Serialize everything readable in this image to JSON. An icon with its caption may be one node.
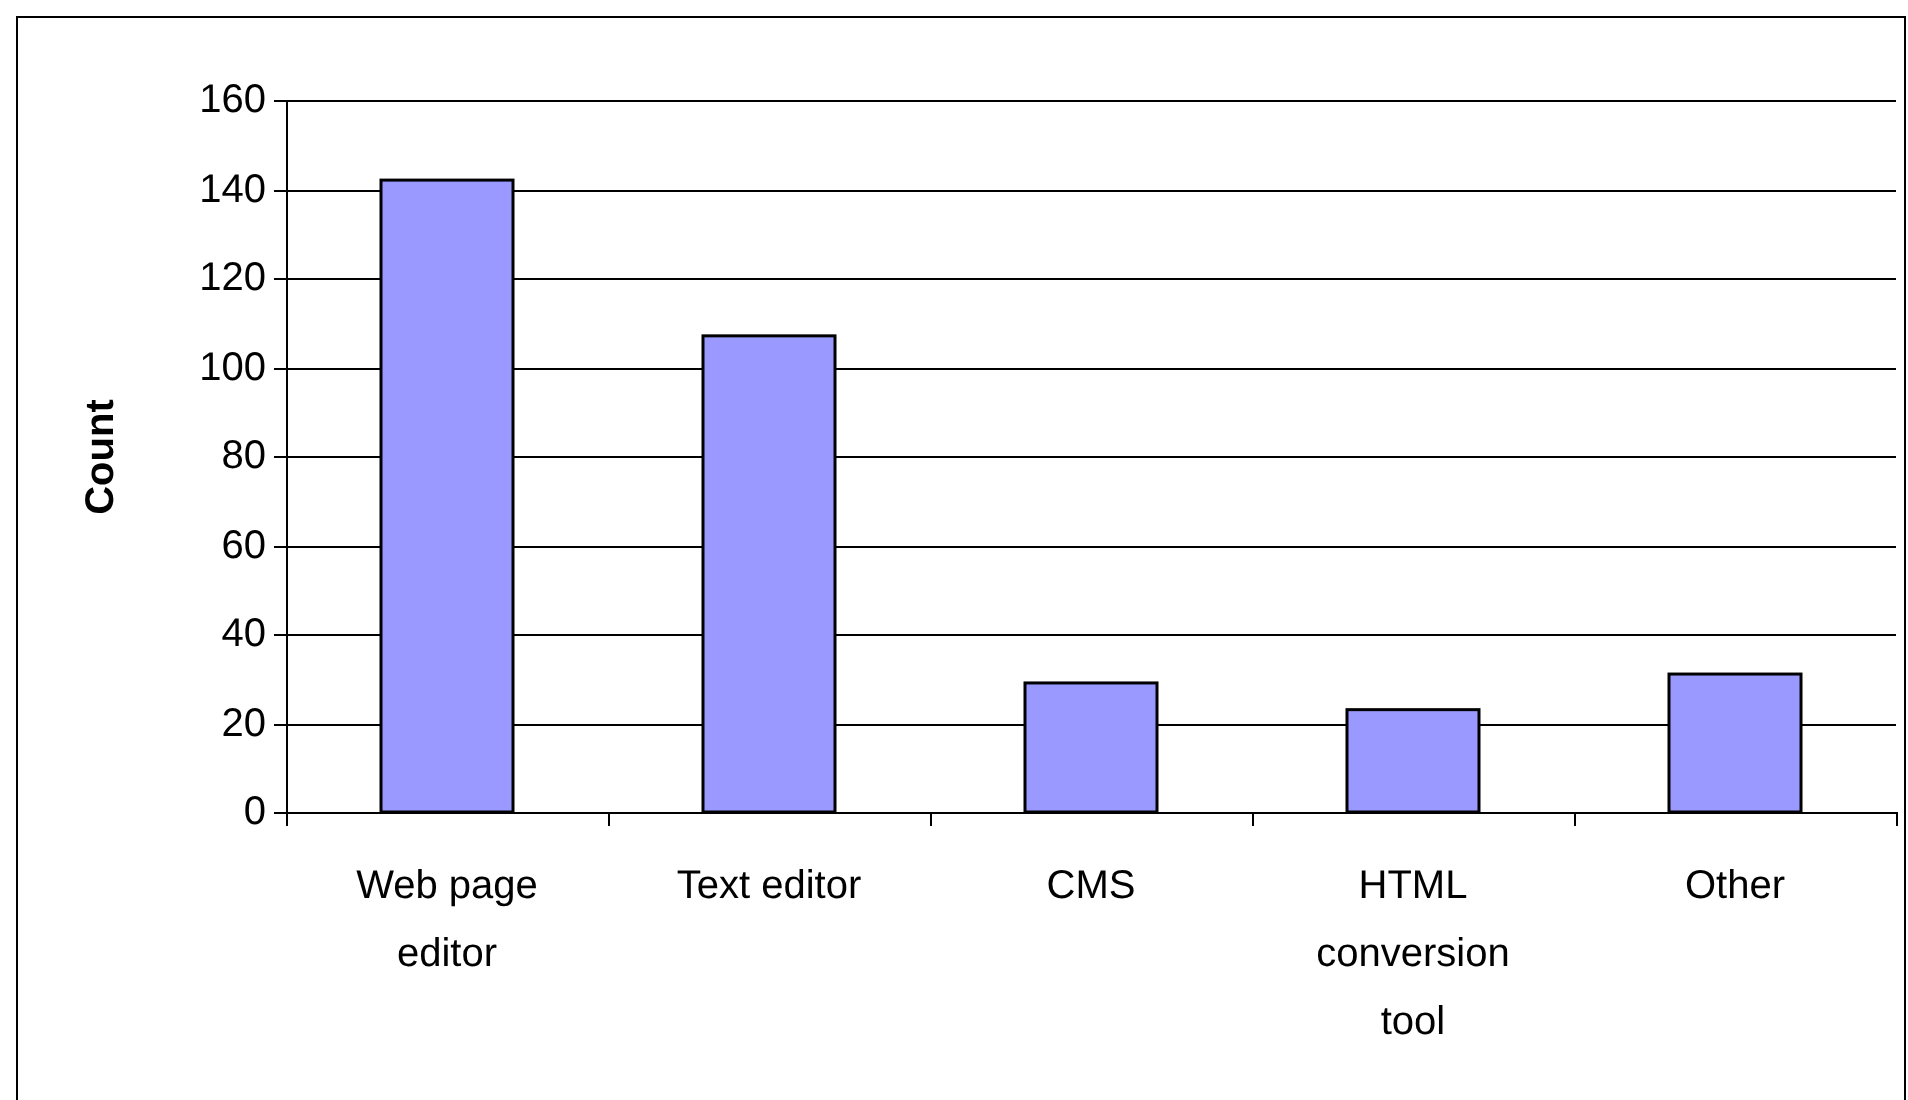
{
  "diagram": {
    "chart_data": {
      "type": "bar",
      "ylabel": "Count",
      "categories": [
        "Web page editor",
        "Text editor",
        "CMS",
        "HTML conversion tool",
        "Other"
      ],
      "values": [
        142,
        107,
        29,
        23,
        31
      ],
      "ylim": [
        0,
        160
      ],
      "grid": true,
      "yticks": [
        0,
        20,
        40,
        60,
        80,
        100,
        120,
        140,
        160
      ]
    }
  }
}
